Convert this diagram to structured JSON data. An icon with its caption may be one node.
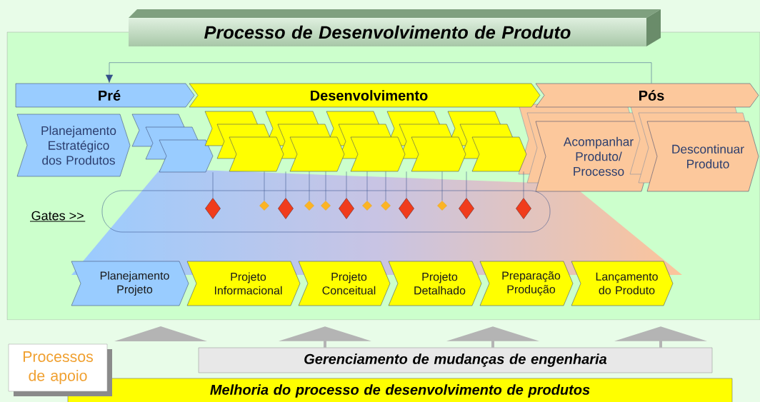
{
  "diagram": {
    "nodes": [
      {
        "text": [
          "Processo de Desenvolvimento de Produto"
        ]
      },
      {
        "text": [
          "Pré"
        ]
      },
      {
        "text": [
          "Desenvolvimento"
        ]
      },
      {
        "text": [
          "Pós"
        ]
      },
      {
        "text": [
          "Planejamento Estratégico dos Produtos"
        ]
      },
      {
        "text": [],
        "shape": "chevron"
      },
      {
        "text": [],
        "shape": "chevron"
      },
      {
        "text": [],
        "shape": "chevron"
      },
      {
        "text": [],
        "shape": "chevron"
      },
      {
        "text": [],
        "shape": "chevron"
      },
      {
        "text": [],
        "shape": "chevron"
      },
      {
        "text": [],
        "shape": "chevron"
      },
      {
        "text": [],
        "shape": "chevron"
      },
      {
        "text": [],
        "shape": "chevron"
      },
      {
        "text": [],
        "shape": "chevron"
      },
      {
        "text": [],
        "shape": "chevron"
      },
      {
        "text": [],
        "shape": "chevron"
      },
      {
        "text": [],
        "shape": "chevron"
      },
      {
        "text": [],
        "shape": "chevron"
      },
      {
        "text": [],
        "shape": "chevron"
      },
      {
        "text": [],
        "shape": "chevron"
      },
      {
        "text": [],
        "shape": "chevron"
      },
      {
        "text": [],
        "shape": "chevron"
      },
      {
        "text": [
          "Acompanhar Produto/ Processo"
        ]
      },
      {
        "text": [
          "Descontinuar Produto"
        ]
      },
      {
        "text": [],
        "shape": "diamond"
      },
      {
        "text": [],
        "shape": "diamond"
      },
      {
        "text": [],
        "shape": "diamond"
      },
      {
        "text": [],
        "shape": "diamond"
      },
      {
        "text": [],
        "shape": "diamond"
      },
      {
        "text": [],
        "shape": "diamond"
      },
      {
        "text": [],
        "shape": "diamond"
      },
      {
        "text": [],
        "shape": "diamond"
      },
      {
        "text": [],
        "shape": "diamond"
      },
      {
        "text": [],
        "shape": "diamond"
      },
      {
        "text": [],
        "shape": "diamond"
      },
      {
        "text": [],
        "shape": "diamond"
      },
      {
        "text": [
          "Planejamento Projeto"
        ]
      },
      {
        "text": [
          "Projeto Informacional"
        ]
      },
      {
        "text": [
          "Projeto Conceitual"
        ]
      },
      {
        "text": [
          "Projeto Detalhado"
        ]
      },
      {
        "text": [
          "Preparação Produção"
        ]
      },
      {
        "text": [
          "Lançamento do Produto"
        ]
      },
      {
        "text": [
          "Processos de apoio"
        ]
      },
      {
        "text": [
          "Gerenciamento de mudanças de engenharia"
        ]
      },
      {
        "text": [
          "Melhoria do processo de desenvolvimento de produtos"
        ]
      }
    ],
    "edges": [
      {
        "from": 3,
        "to": 1,
        "arrow": "to"
      },
      {
        "from": 7,
        "to": 25,
        "arrow": "none"
      },
      {
        "from": 10,
        "to": 26,
        "arrow": "none"
      },
      {
        "from": 10,
        "to": 27,
        "arrow": "none"
      },
      {
        "from": 13,
        "to": 28,
        "arrow": "none"
      },
      {
        "from": 13,
        "to": 29,
        "arrow": "none"
      },
      {
        "from": 13,
        "to": 30,
        "arrow": "none"
      },
      {
        "from": 16,
        "to": 31,
        "arrow": "none"
      },
      {
        "from": 16,
        "to": 32,
        "arrow": "none"
      },
      {
        "from": 16,
        "to": 33,
        "arrow": "none"
      },
      {
        "from": 19,
        "to": 34,
        "arrow": "none"
      },
      {
        "from": 19,
        "to": 35,
        "arrow": "none"
      },
      {
        "from": 22,
        "to": 36,
        "arrow": "none"
      },
      {
        "from": 44,
        "to": 39,
        "arrow": "to"
      },
      {
        "from": 44,
        "to": 41,
        "arrow": "to"
      },
      {
        "from": 44,
        "to": 42,
        "arrow": "to"
      }
    ],
    "labels": [
      "Gates >>"
    ]
  }
}
